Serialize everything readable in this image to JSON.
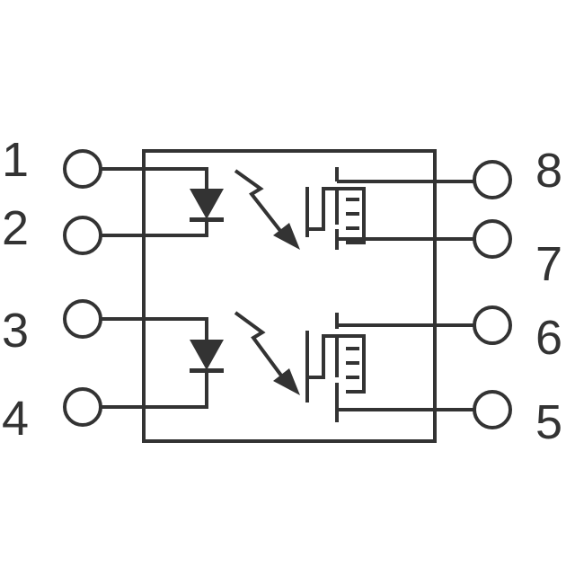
{
  "diagram": {
    "colors": {
      "line": "#333333",
      "background": "#ffffff"
    },
    "pins": {
      "p1": "1",
      "p2": "2",
      "p3": "3",
      "p4": "4",
      "p5": "5",
      "p6": "6",
      "p7": "7",
      "p8": "8"
    },
    "symbols": {
      "channel_1": [
        "led-diode-icon",
        "light-arrows-icon",
        "mosfet-icon"
      ],
      "channel_2": [
        "led-diode-icon",
        "light-arrows-icon",
        "mosfet-icon"
      ]
    }
  }
}
